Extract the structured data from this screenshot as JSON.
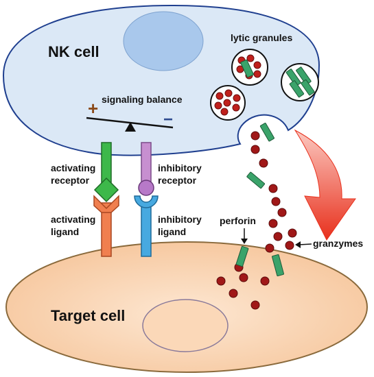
{
  "diagram": {
    "nk_cell_label": "NK cell",
    "target_cell_label": "Target cell",
    "lytic_granules_label": "lytic granules",
    "signaling_balance_label": "signaling balance",
    "plus_sign": "+",
    "minus_sign": "−",
    "activating_receptor_label": [
      "activating",
      "receptor"
    ],
    "inhibitory_receptor_label": [
      "inhibitory",
      "receptor"
    ],
    "activating_ligand_label": [
      "activating",
      "ligand"
    ],
    "inhibitory_ligand_label": [
      "inhibitory",
      "ligand"
    ],
    "perforin_label": "perforin",
    "granzymes_label": "granzymes"
  },
  "colors": {
    "nk_fill": "#dbe8f6",
    "nk_stroke": "#1f3f8f",
    "nucleus_nk": "#a9c8ec",
    "target_fill": "#fbdcc0",
    "target_stroke": "#8a6a3c",
    "granzyme": "#a01818",
    "perforin": "#3aa36a",
    "activating_receptor": "#3db84a",
    "inhibitory_receptor": "#c78fd0",
    "activating_ligand": "#f07f4f",
    "inhibitory_ligand": "#47a9e0",
    "arrow": "#e8301c"
  }
}
